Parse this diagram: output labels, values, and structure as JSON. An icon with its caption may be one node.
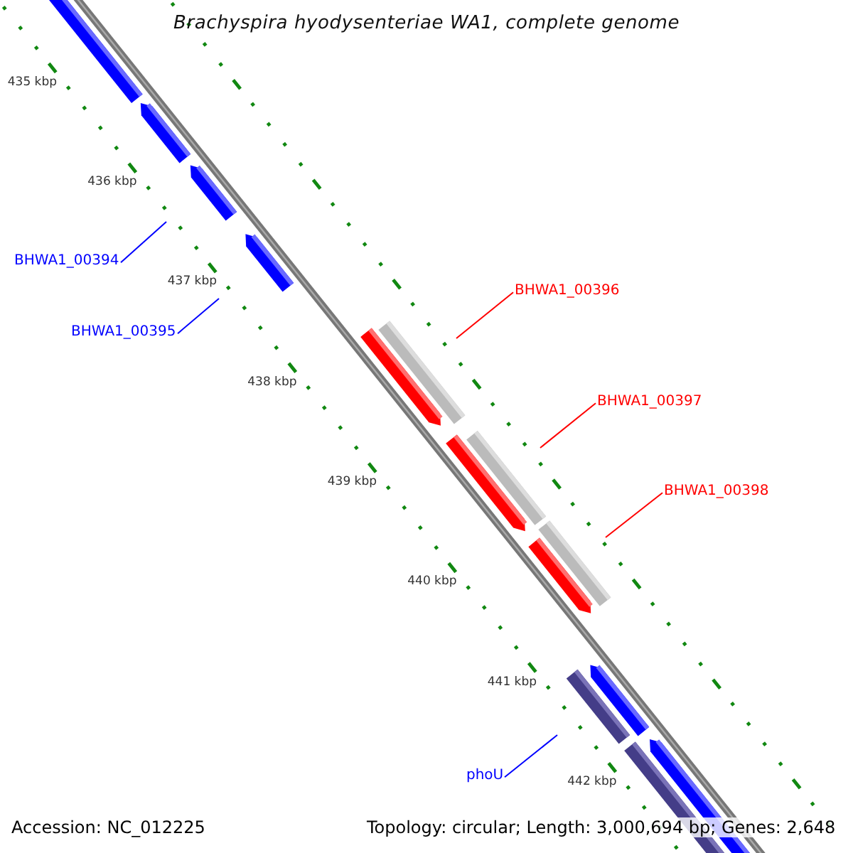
{
  "diagram": {
    "title": "Brachyspira hyodysenteriae WA1, complete genome",
    "nodes": [
      {
        "text": [
          "BHWA1_00394"
        ]
      },
      {
        "text": [
          "BHWA1_00396"
        ]
      },
      {
        "text": [
          "BHWA1_00395"
        ]
      },
      {
        "text": [
          "BHWA1_00397"
        ]
      },
      {
        "text": [
          "BHWA1_00398"
        ]
      },
      {
        "text": [
          "phoU"
        ]
      }
    ],
    "edges": [
      {
        "from": 0,
        "to": null,
        "arrow": "none"
      },
      {
        "from": 1,
        "to": null,
        "arrow": "none",
        "color": "#ff0000"
      },
      {
        "from": 2,
        "to": null,
        "arrow": "none"
      },
      {
        "from": 3,
        "to": null,
        "arrow": "none",
        "color": "#ff0000"
      },
      {
        "from": 4,
        "to": null,
        "arrow": "none",
        "color": "#ff0000"
      },
      {
        "from": 5,
        "to": null,
        "arrow": "none"
      }
    ],
    "labels": [
      "435 kbp",
      "436 kbp",
      "437 kbp",
      "438 kbp",
      "439 kbp",
      "440 kbp",
      "441 kbp",
      "442 kbp",
      "Accession: NC_012225",
      "Topology: circular; Length: 3,000,694 bp; Genes: 2,648"
    ]
  }
}
